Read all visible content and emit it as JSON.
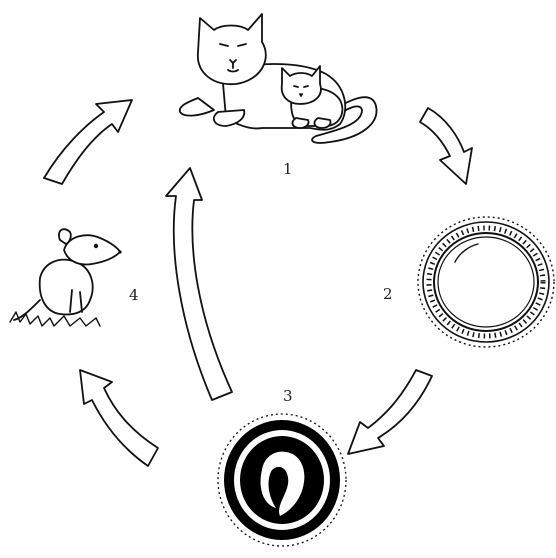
{
  "stages": [
    {
      "label": "1",
      "depicts": "adult-cat-with-kitten",
      "icon": "cat-icon"
    },
    {
      "label": "2",
      "depicts": "oocyst",
      "icon": "oocyst-icon"
    },
    {
      "label": "3",
      "depicts": "sporulated-oocyst",
      "icon": "sporulated-oocyst-icon"
    },
    {
      "label": "4",
      "depicts": "rodent-intermediate-host",
      "icon": "mouse-icon"
    }
  ],
  "colors": {
    "ink": "#111111",
    "fill": "#ffffff",
    "dark": "#000000"
  }
}
